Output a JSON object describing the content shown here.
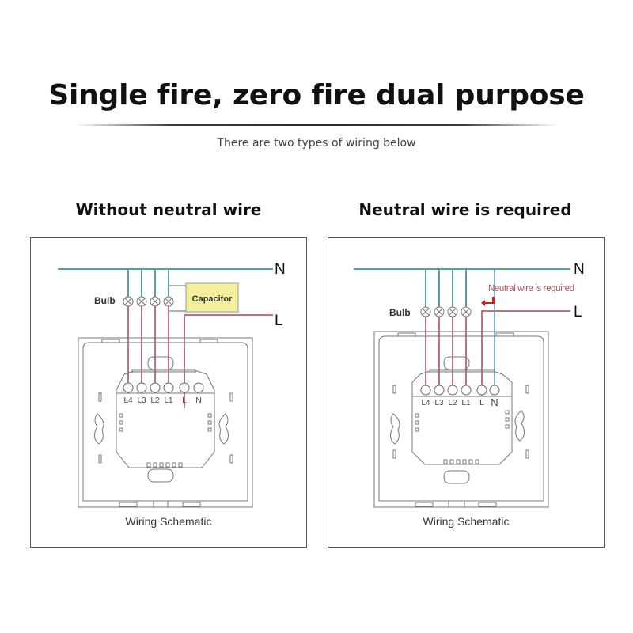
{
  "header": {
    "title": "Single fire, zero fire dual purpose",
    "subtitle": "There are two types of wiring below"
  },
  "colors": {
    "neutral_wire": "#5b9ab5",
    "live_wire": "#a8454e",
    "capacitor_fill": "#f3ef9a",
    "annotation": "#b5505a",
    "arrow": "#cc1f1f",
    "outline": "#555555"
  },
  "panels": [
    {
      "heading": "Without neutral wire",
      "line_labels": {
        "neutral": "N",
        "live": "L"
      },
      "bulb_label": "Bulb",
      "capacitor_label": "Capacitor",
      "terminals": [
        "L4",
        "L3",
        "L2",
        "L1",
        "L",
        "N"
      ],
      "caption": "Wiring Schematic"
    },
    {
      "heading": "Neutral wire is required",
      "line_labels": {
        "neutral": "N",
        "live": "L"
      },
      "bulb_label": "Bulb",
      "annotation": "Neutral wire is required",
      "terminals": [
        "L4",
        "L3",
        "L2",
        "L1",
        "L",
        "N"
      ],
      "caption": "Wiring Schematic"
    }
  ]
}
